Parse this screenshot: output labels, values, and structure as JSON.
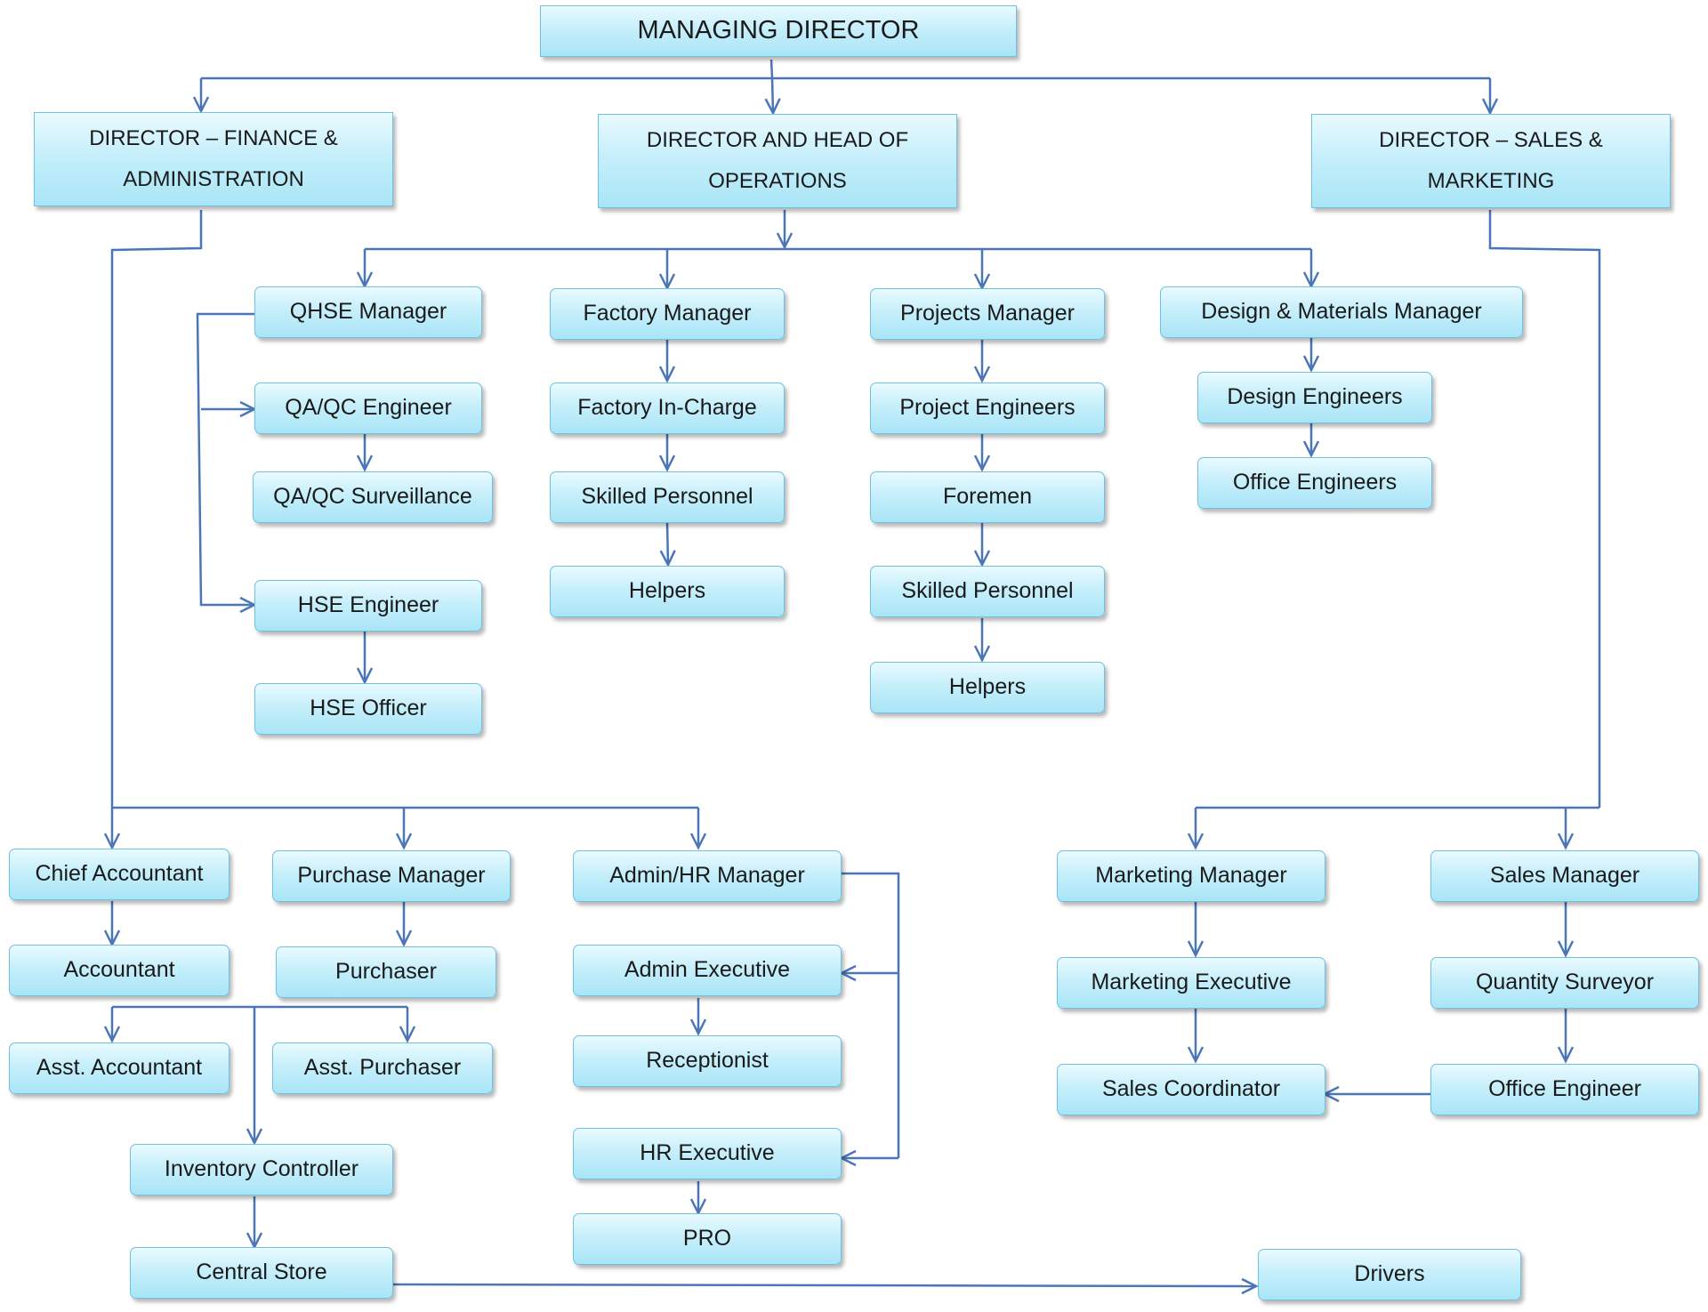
{
  "colors": {
    "line": "#4a76b8",
    "box_fill": "#c6effb",
    "box_border": "#6fc2df"
  },
  "boxes": {
    "md": "MANAGING DIRECTOR",
    "dfa": "DIRECTOR – FINANCE & ADMINISTRATION",
    "dho": "DIRECTOR AND HEAD OF OPERATIONS",
    "dsm": "DIRECTOR – SALES & MARKETING",
    "qhse": "QHSE Manager",
    "qaqce": "QA/QC Engineer",
    "qaqcs": "QA/QC Surveillance",
    "hsee": "HSE Engineer",
    "hseo": "HSE Officer",
    "fm": "Factory Manager",
    "fic": "Factory In-Charge",
    "fsp": "Skilled Personnel",
    "fh": "Helpers",
    "pm": "Projects Manager",
    "pe": "Project Engineers",
    "fore": "Foremen",
    "psp": "Skilled Personnel",
    "ph": "Helpers",
    "dmm": "Design & Materials Manager",
    "de": "Design Engineers",
    "oe1": "Office Engineers",
    "ca": "Chief Accountant",
    "acc": "Accountant",
    "aacc": "Asst. Accountant",
    "purm": "Purchase Manager",
    "pur": "Purchaser",
    "apur": "Asst. Purchaser",
    "ic": "Inventory Controller",
    "cs": "Central Store",
    "ahm": "Admin/HR Manager",
    "ae": "Admin Executive",
    "rec": "Receptionist",
    "hre": "HR Executive",
    "pro": "PRO",
    "mm": "Marketing Manager",
    "me": "Marketing Executive",
    "sc": "Sales Coordinator",
    "sm": "Sales Manager",
    "qs": "Quantity Surveyor",
    "oe2": "Office Engineer",
    "drv": "Drivers"
  }
}
